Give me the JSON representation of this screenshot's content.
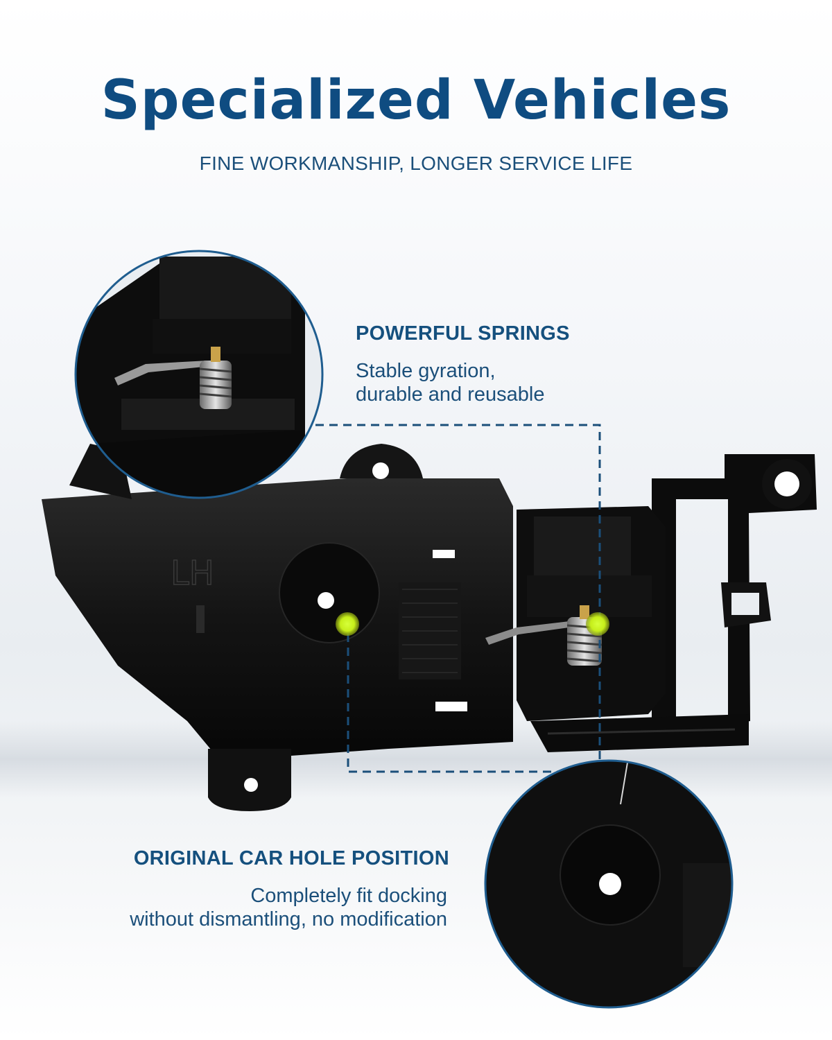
{
  "header": {
    "title": "Specialized Vehicles",
    "subtitle": "FINE WORKMANSHIP, LONGER SERVICE LIFE"
  },
  "features": {
    "springs": {
      "heading": "POWERFUL SPRINGS",
      "line1": "Stable gyration,",
      "line2": "durable and reusable"
    },
    "hole_position": {
      "heading": "ORIGINAL CAR HOLE POSITION",
      "line1": "Completely fit docking",
      "line2": "without dismantling, no modification"
    }
  },
  "product": {
    "side_marking": "LH",
    "color": "#111111"
  },
  "colors": {
    "title": "#0f4c81",
    "text": "#1b4f7a",
    "accent_dashed": "#1b4f7a",
    "highlight_dot": "#c6ee1a",
    "circle_border": "#1f5d8f"
  }
}
